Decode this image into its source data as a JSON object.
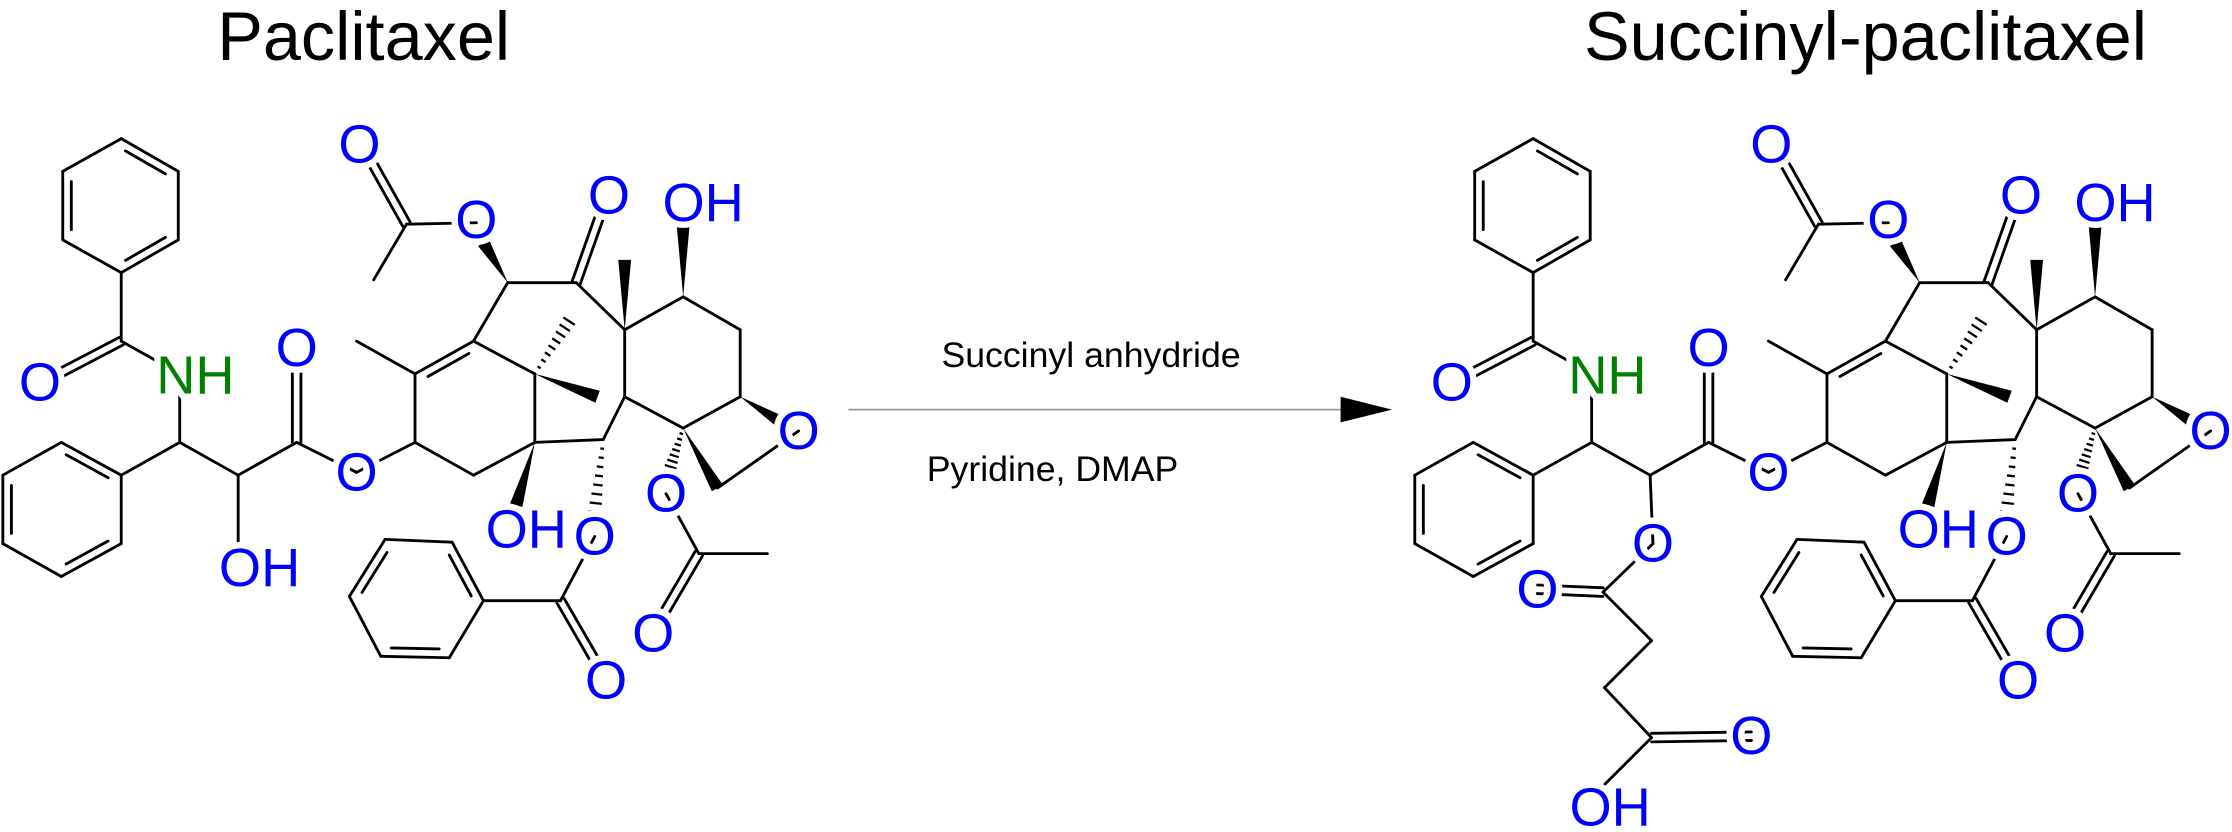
{
  "titles": {
    "reactant": "Paclitaxel",
    "product": "Succinyl-paclitaxel"
  },
  "reaction": {
    "reagent": "Succinyl anhydride",
    "conditions": "Pyridine, DMAP"
  },
  "atom_labels": {
    "O": "O",
    "OH": "OH",
    "NH": "NH"
  },
  "colors": {
    "oxygen": "#0000FF",
    "nitrogen": "#008000",
    "bond": "#000000",
    "arrow_line": "#999999"
  }
}
